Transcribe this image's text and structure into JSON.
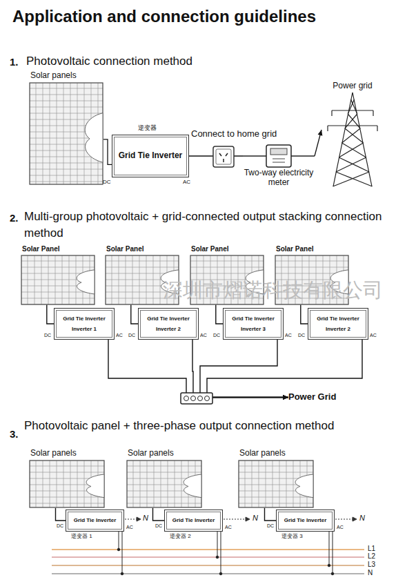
{
  "diagram": {
    "title": "Application and connection guidelines",
    "nodes": [
      {
        "text": [
          "Solar panels"
        ]
      },
      {
        "text": [
          "Grid Tie Inverter"
        ]
      },
      {
        "text": [
          "Two-way electricity meter"
        ]
      },
      {
        "text": [
          "Power grid"
        ]
      },
      {
        "text": [
          "Solar Panel"
        ]
      },
      {
        "text": [
          "Solar Panel"
        ]
      },
      {
        "text": [
          "Solar Panel"
        ]
      },
      {
        "text": [
          "Solar Panel"
        ]
      },
      {
        "text": [
          "Grid Tie Inverter",
          "Inverter 1"
        ]
      },
      {
        "text": [
          "Grid Tie Inverter",
          "Inverter 2"
        ]
      },
      {
        "text": [
          "Grid Tie Inverter",
          "Inverter 3"
        ]
      },
      {
        "text": [
          "Grid Tie Inverter",
          "Inverter 2"
        ]
      },
      {
        "text": [
          "Power Grid"
        ]
      },
      {
        "text": [
          "Solar panels"
        ]
      },
      {
        "text": [
          "Solar panels"
        ]
      },
      {
        "text": [
          "Solar panels"
        ]
      },
      {
        "text": [
          "Grid Tie Inverter"
        ]
      },
      {
        "text": [
          "Grid Tie Inverter"
        ]
      },
      {
        "text": [
          "Grid Tie Inverter"
        ]
      }
    ],
    "edges": [
      {
        "from": 0,
        "to": 1,
        "arrow": "none"
      },
      {
        "from": 1,
        "to": 2,
        "arrow": "none"
      },
      {
        "from": 2,
        "to": 3,
        "arrow": "to"
      },
      {
        "from": 4,
        "to": 8,
        "arrow": "none"
      },
      {
        "from": 5,
        "to": 9,
        "arrow": "none"
      },
      {
        "from": 6,
        "to": 10,
        "arrow": "none"
      },
      {
        "from": 7,
        "to": 11,
        "arrow": "none"
      },
      {
        "from": 8,
        "to": 12,
        "arrow": "to"
      },
      {
        "from": 9,
        "to": 12,
        "arrow": "to"
      },
      {
        "from": 10,
        "to": 12,
        "arrow": "to"
      },
      {
        "from": 11,
        "to": 12,
        "arrow": "to"
      },
      {
        "from": 13,
        "to": 16,
        "arrow": "none"
      },
      {
        "from": 14,
        "to": 17,
        "arrow": "none"
      },
      {
        "from": 15,
        "to": 18,
        "arrow": "none"
      }
    ],
    "labels": [
      "1.",
      "Photovoltaic connection method",
      "逆变器",
      "DC",
      "AC",
      "Connect to home grid",
      "2.",
      "Multi-group photovoltaic + grid-connected output stacking connection method",
      "深圳市熠诺科技有限公司",
      "DC",
      "AC",
      "DC",
      "AC",
      "DC",
      "AC",
      "DC",
      "AC",
      "3.",
      "Photovoltaic panel + three-phase output connection method",
      "逆变器 1",
      "逆变器 2",
      "逆变器 3",
      "DC",
      "AC",
      "DC",
      "AC",
      "DC",
      "AC",
      "N",
      "N",
      "N",
      "L1",
      "L2",
      "L3",
      "N"
    ]
  }
}
